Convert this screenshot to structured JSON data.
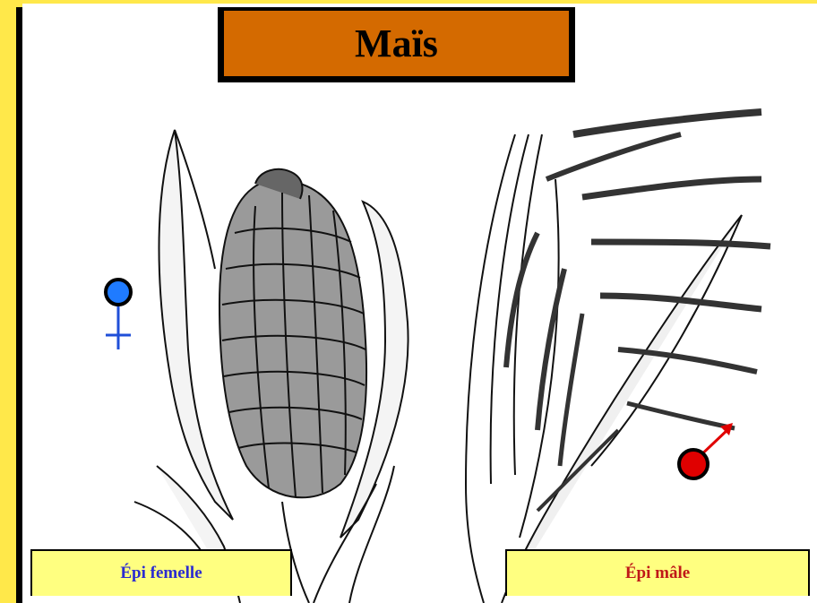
{
  "title": "Maïs",
  "labels": {
    "female": "Épi femelle",
    "male": "Épi mâle"
  },
  "colors": {
    "background": "#ffe84a",
    "title_bg": "#d46a00",
    "label_bg": "#ffff80",
    "female_text": "#2b2bd0",
    "male_text": "#c01818",
    "female_symbol": "#1f7bff",
    "male_symbol": "#e00000"
  },
  "icons": {
    "female": "venus-symbol-icon",
    "male": "mars-symbol-icon"
  }
}
